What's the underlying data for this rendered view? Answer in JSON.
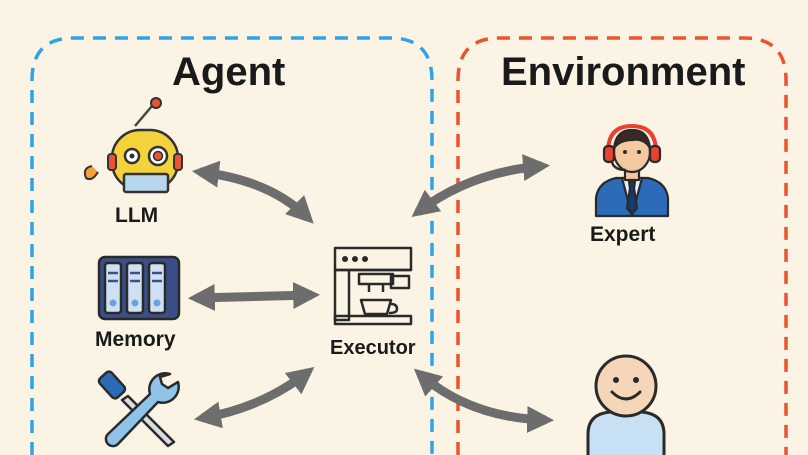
{
  "agent": {
    "title": "Agent",
    "components": [
      {
        "label": "LLM",
        "icon": "robot-icon"
      },
      {
        "label": "Memory",
        "icon": "server-racks-icon"
      },
      {
        "label": "",
        "icon": "tools-icon"
      }
    ],
    "executor": {
      "label": "Executor",
      "icon": "coffee-machine-icon"
    },
    "border_color": "#2ea3e8"
  },
  "environment": {
    "title": "Environment",
    "actors": [
      {
        "label": "Expert",
        "icon": "expert-headset-icon"
      },
      {
        "label": "",
        "icon": "user-smiley-icon"
      }
    ],
    "border_color": "#e8552f"
  },
  "colors": {
    "background": "#fbf4e4",
    "arrow": "#6d6d6d"
  }
}
